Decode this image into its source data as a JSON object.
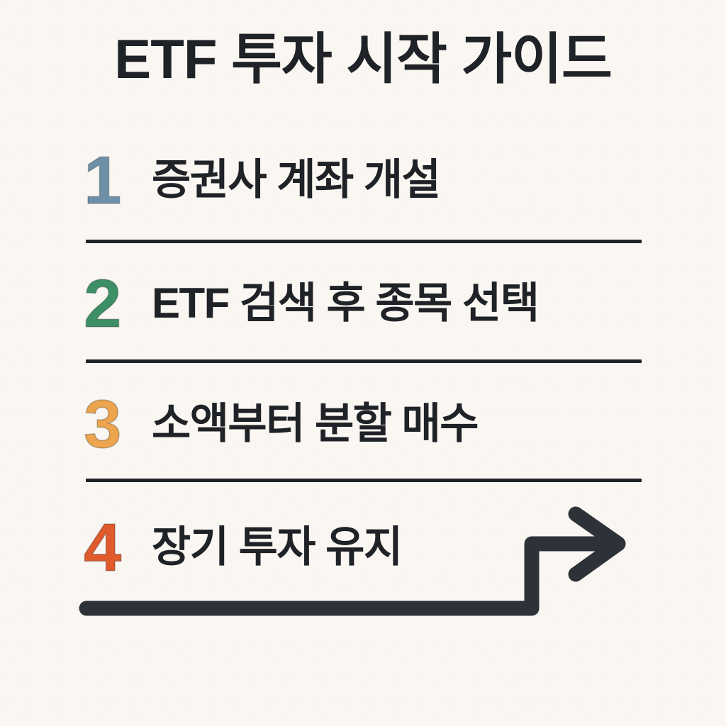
{
  "poster": {
    "title": "ETF 투자 시작 가이드",
    "background_color": "#faf7f2",
    "text_color": "#1f2226",
    "arrow_color": "#2c3238"
  },
  "steps": [
    {
      "number": "1",
      "label": "증권사 계좌 개설",
      "color": "#6d90a8"
    },
    {
      "number": "2",
      "label": "ETF 검색 후 종목 선택",
      "color": "#3d8f65"
    },
    {
      "number": "3",
      "label": "소액부터 분할 매수",
      "color": "#eca44d"
    },
    {
      "number": "4",
      "label": "장기 투자 유지",
      "color": "#e05a2b"
    }
  ],
  "dividers": 3,
  "arrow": {
    "name": "stepped-right-arrow",
    "direction": "right"
  }
}
